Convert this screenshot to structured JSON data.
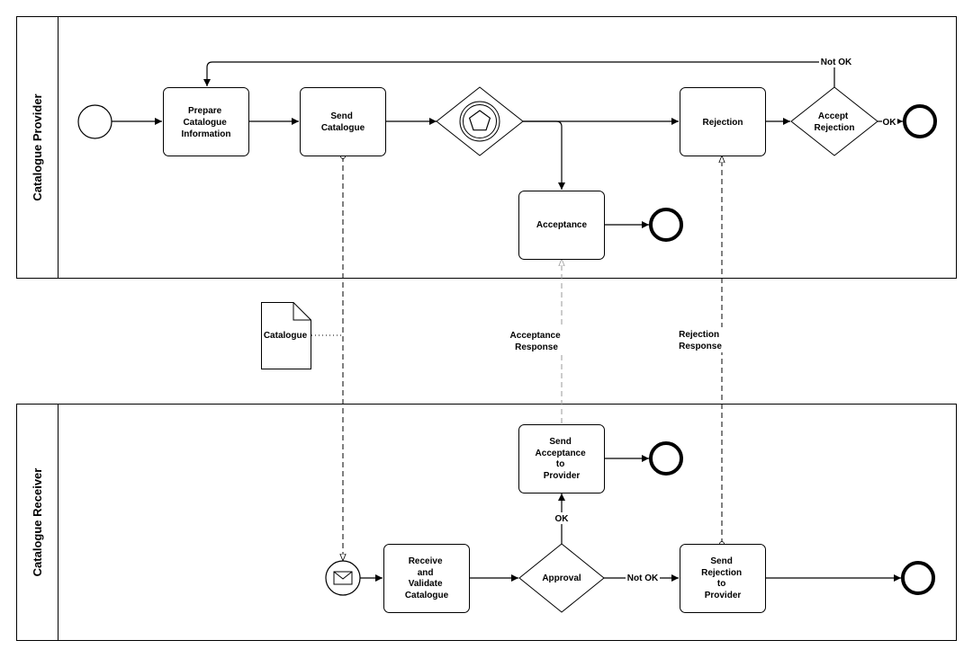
{
  "pools": {
    "provider": {
      "label": "Catalogue Provider"
    },
    "receiver": {
      "label": "Catalogue Receiver"
    }
  },
  "tasks": {
    "prepare": [
      "Prepare",
      "Catalogue",
      "Information"
    ],
    "send_catalogue": [
      "Send",
      "Catalogue"
    ],
    "rejection": [
      "Rejection"
    ],
    "acceptance": [
      "Acceptance"
    ],
    "receive_validate": [
      "Receive",
      "and",
      "Validate",
      "Catalogue"
    ],
    "send_acceptance": [
      "Send",
      "Acceptance",
      "to",
      "Provider"
    ],
    "send_rejection": [
      "Send",
      "Rejection",
      "to",
      "Provider"
    ]
  },
  "gateways": {
    "accept_rejection": [
      "Accept",
      "Rejection"
    ],
    "approval": [
      "Approval"
    ]
  },
  "data_objects": {
    "catalogue": [
      "Catalogue"
    ]
  },
  "edge_labels": {
    "not_ok_top": "Not OK",
    "ok_top": "OK",
    "ok_bottom": "OK",
    "not_ok_bottom": "Not OK"
  },
  "message_labels": {
    "acceptance_response": [
      "Acceptance",
      "Response"
    ],
    "rejection_response": [
      "Rejection",
      "Response"
    ]
  }
}
